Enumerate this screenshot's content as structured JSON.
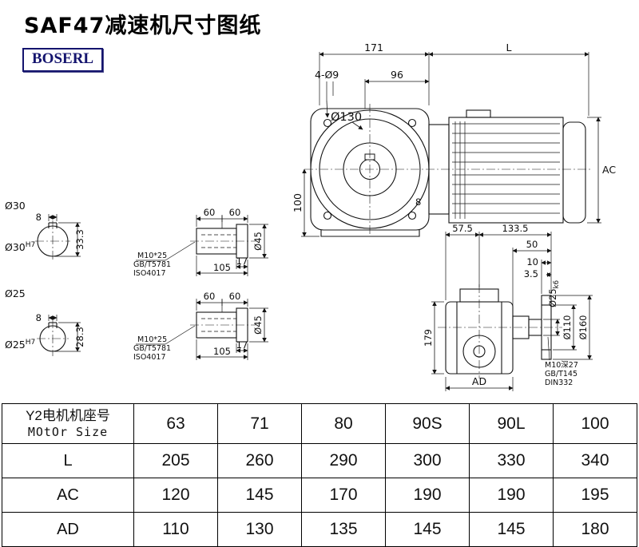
{
  "colors": {
    "ink": "#111111",
    "brand": "#14146e"
  },
  "header": {
    "title": "SAF47减速机尺寸图纸",
    "brand": "BOSERL"
  },
  "front_view": {
    "dim_171": "171",
    "dim_L": "L",
    "dim_96": "96",
    "holes_label": "4-Ø9",
    "flange_dia": "Ø130",
    "dim_100": "100",
    "dim_ac": "AC",
    "keyway_width": "8"
  },
  "section_30": {
    "dia_label": "Ø30",
    "bore_label": "Ø30",
    "bore_tol": "H7",
    "key_width": "8",
    "key_height": "33.3"
  },
  "section_25": {
    "dia_label": "Ø25",
    "bore_label": "Ø25",
    "bore_tol": "H7",
    "key_width": "8",
    "key_height": "28.3"
  },
  "shaft_a": {
    "dim_60_1": "60",
    "dim_60_2": "60",
    "dim_17": "17",
    "dim_105": "105",
    "dia_45": "Ø45",
    "note_bolt": "M10*25",
    "note_std": "GB/T5781",
    "note_iso": "ISO4017"
  },
  "shaft_b": {
    "dim_60_1": "60",
    "dim_60_2": "60",
    "dim_17": "17",
    "dim_105": "105",
    "dia_45": "Ø45",
    "note_bolt": "M10*25",
    "note_std": "GB/T5781",
    "note_iso": "ISO4017"
  },
  "side_view": {
    "dim_57_5": "57.5",
    "dim_133_5": "133.5",
    "dim_50": "50",
    "dim_10": "10",
    "dim_3_5": "3.5",
    "shaft_dia": "Ø25",
    "shaft_tol": "k6",
    "dia_110": "Ø110",
    "dia_160": "Ø160",
    "dim_179": "179",
    "dim_ad": "AD",
    "note_tap": "M10深27",
    "note_std": "GB/T145",
    "note_din": "DIN332"
  },
  "table": {
    "header_cn": "Y2电机机座号",
    "header_en": "MOtOr Size",
    "sizes": [
      "63",
      "71",
      "80",
      "90S",
      "90L",
      "100"
    ],
    "rows": [
      {
        "label": "L",
        "values": [
          "205",
          "260",
          "290",
          "300",
          "330",
          "340"
        ]
      },
      {
        "label": "AC",
        "values": [
          "120",
          "145",
          "170",
          "190",
          "190",
          "195"
        ]
      },
      {
        "label": "AD",
        "values": [
          "110",
          "130",
          "135",
          "145",
          "145",
          "180"
        ]
      }
    ]
  }
}
